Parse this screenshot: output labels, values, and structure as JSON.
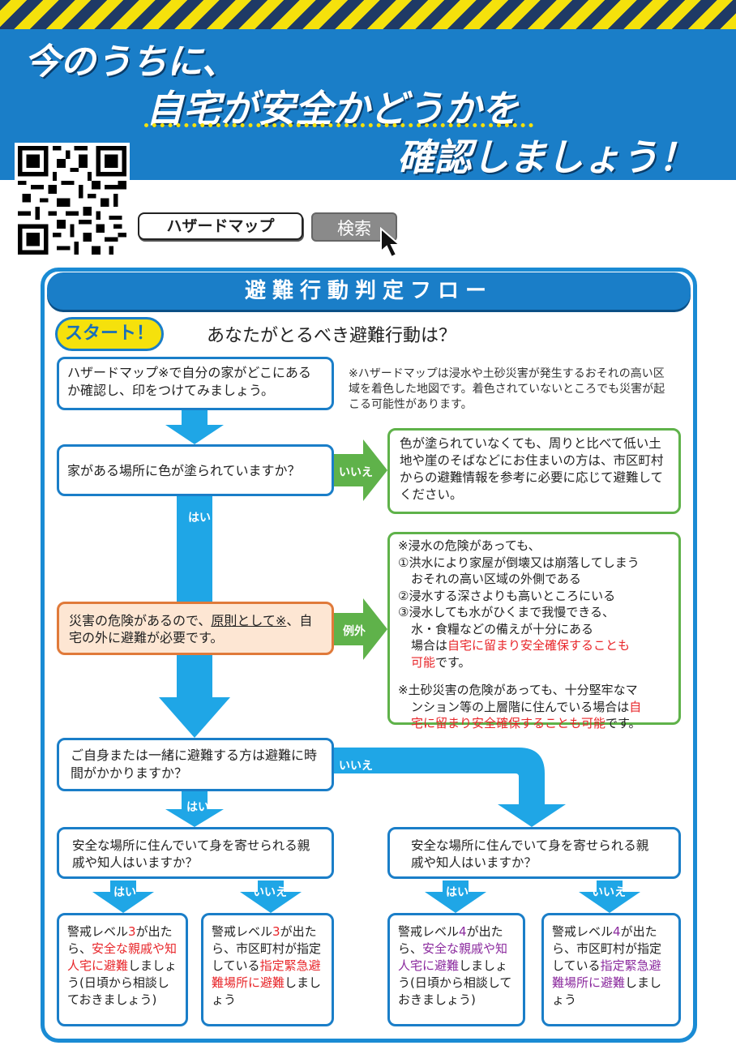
{
  "header": {
    "line1": "今のうちに、",
    "line2": "自宅が安全かどうかを",
    "line3": "確認しましょう！"
  },
  "search_bar": {
    "query": "ハザードマップ",
    "button": "検索"
  },
  "flow": {
    "title": "避難行動判定フロー",
    "start": "スタート！",
    "question": "あなたがとるべき避難行動は？",
    "step1": "ハザードマップ※で自分の家がどこにあるか確認し、印をつけてみましょう。",
    "note": "※ハザードマップは浸水や土砂災害が発生するおそれの高い区域を着色した地図です。着色されていないところでも災害が起こる可能性があります。",
    "q_colored": "家がある場所に色が塗られていますか？",
    "no1": "いいえ",
    "not_colored_text": "色が塗られていなくても、周りと比べて低い土地や崖のそばなどにお住まいの方は、市区町村からの避難情報を参考に必要に応じて避難してください。",
    "yes1": "はい",
    "danger_a": "災害の危険があるので、",
    "danger_u": "原則として※",
    "danger_b": "、自宅の外に避難が必要です。",
    "exception": "例外",
    "exc": {
      "l1": "※浸水の危険があっても、",
      "l2": "①洪水により家屋が倒壊又は崩落してしまう",
      "l3": "おそれの高い区域の外側である",
      "l4": "②浸水する深さよりも高いところにいる",
      "l5": "③浸水しても水がひくまで我慢できる、",
      "l6": "水・食糧などの備えが十分にある",
      "l7a": "場合は",
      "l7b": "自宅に留まり安全確保することも",
      "l8a": "可能",
      "l8b": "です。",
      "l9": "※土砂災害の危険があっても、十分堅牢なマ",
      "l10a": "ンション等の上層階に住んでいる場合は",
      "l10b": "自",
      "l11a": "宅に留まり安全確保することも可能",
      "l11b": "です。"
    },
    "q_time": "ご自身または一緒に避難する方は避難に時間がかかりますか？",
    "no2": "いいえ",
    "yes2": "はい",
    "q_relative_left": "安全な場所に住んでいて身を寄せられる親戚や知人はいますか？",
    "q_relative_right": "安全な場所に住んでいて身を寄せられる親戚や知人はいますか？",
    "yes3": "はい",
    "no3": "いいえ",
    "yes4": "はい",
    "no4": "いいえ",
    "r1": {
      "a": "警戒レベル",
      "n": "3",
      "b": "が出たら、",
      "c": "安全な親戚や知人宅に避難",
      "d": "しましょう(日頃から相談しておきましょう)"
    },
    "r2": {
      "a": "警戒レベル",
      "n": "3",
      "b": "が出たら、市区町村が指定している",
      "c": "指定緊急避難場所に避難",
      "d": "しましょう"
    },
    "r3": {
      "a": "警戒レベル",
      "n": "4",
      "b": "が出たら、",
      "c": "安全な親戚や知人宅に避難",
      "d": "しましょう(日頃から相談しておきましょう)"
    },
    "r4": {
      "a": "警戒レベル",
      "n": "4",
      "b": "が出たら、市区町村が指定している",
      "c": "指定緊急避難場所に避難",
      "d": "しましょう"
    }
  }
}
